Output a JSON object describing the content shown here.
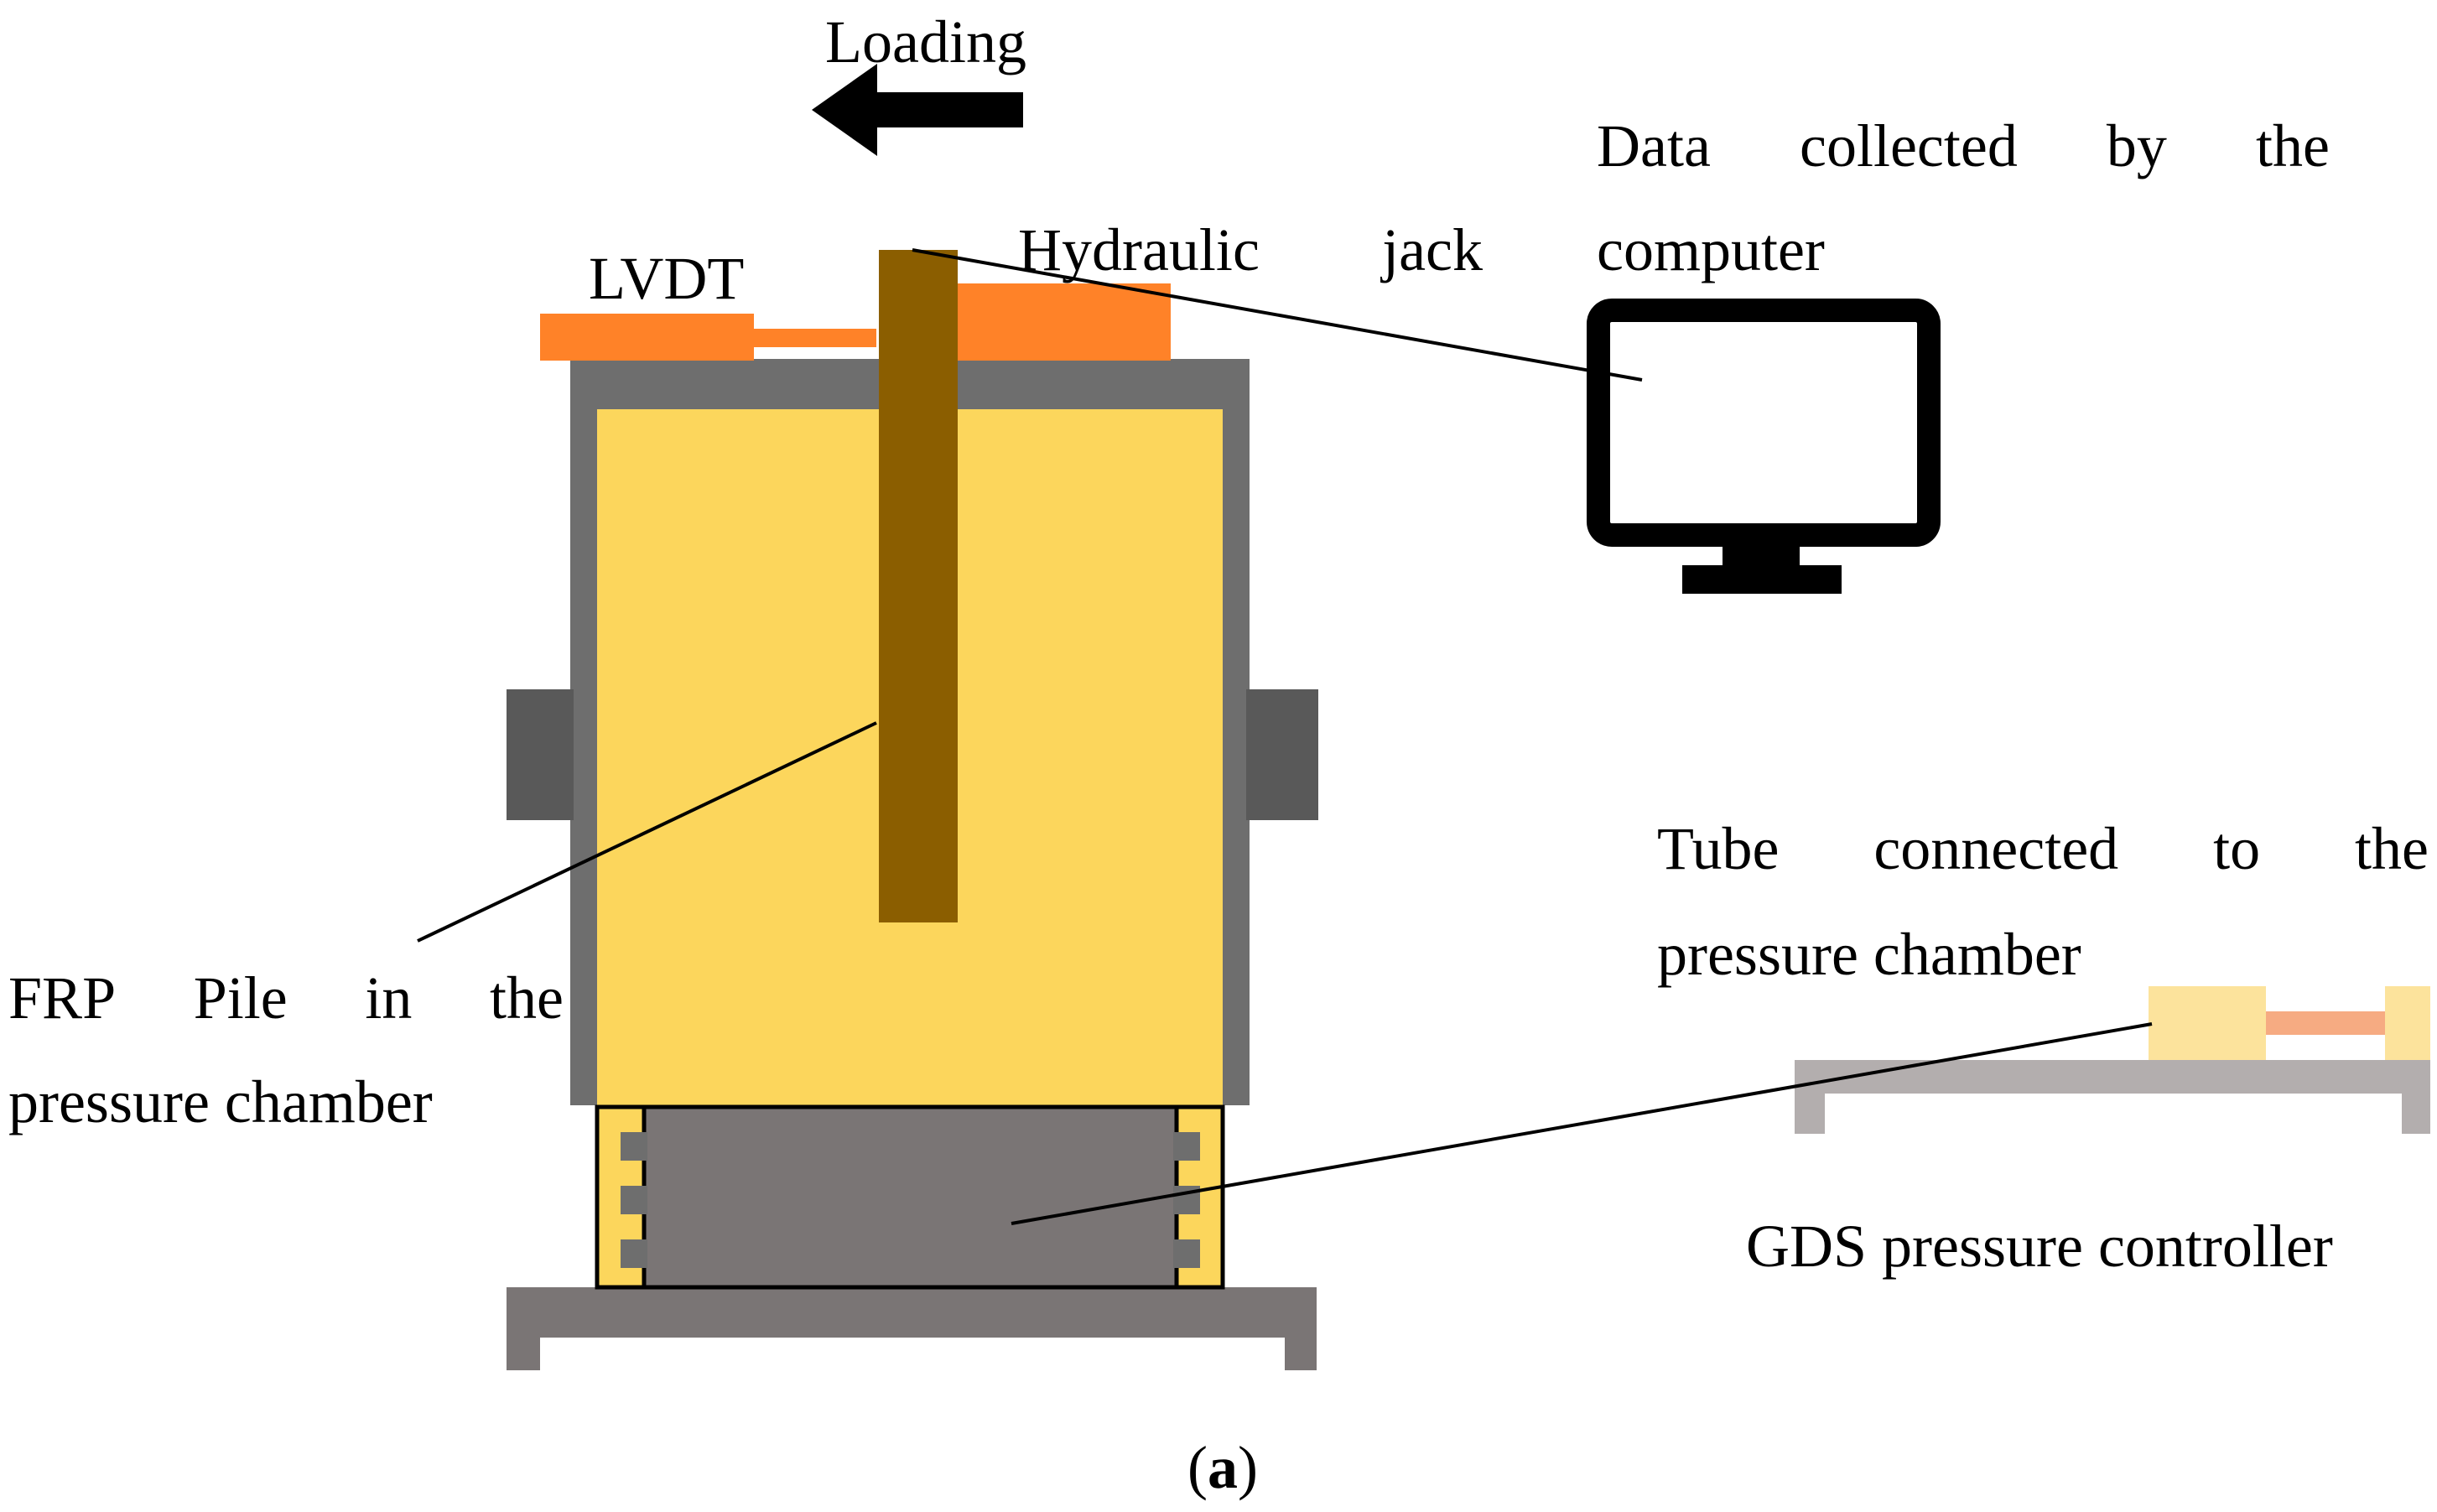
{
  "labels": {
    "loading": "Loading",
    "lvdt": "LVDT",
    "hydraulic_jack": [
      "Hydraulic",
      "jack"
    ],
    "data_line1": [
      "Data",
      "collected",
      "by",
      "the"
    ],
    "data_line2": "computer",
    "pile_line1": [
      "FRP",
      "Pile",
      "in",
      "the"
    ],
    "pile_line2": "pressure chamber",
    "tube_line1": [
      "Tube",
      "connected",
      "to",
      "the"
    ],
    "tube_line2": "pressure chamber",
    "gds": "GDS pressure controller",
    "caption_open": "(",
    "caption_letter": "a",
    "caption_close": ")"
  },
  "colors": {
    "soil": "#FCD65C",
    "chamber": "#6E6E6E",
    "chamber_base": "#7A7575",
    "flange": "#595959",
    "pile": "#8B5E00",
    "lvdt": "#FF8228",
    "jack": "#FF8228",
    "gds_base": "#B3AEAE",
    "gds_cylinder": "#FCE39C",
    "gds_tube": "#F6AB82",
    "monitor": "#000000"
  },
  "icons": [
    "loading-arrow-icon",
    "monitor-icon"
  ]
}
